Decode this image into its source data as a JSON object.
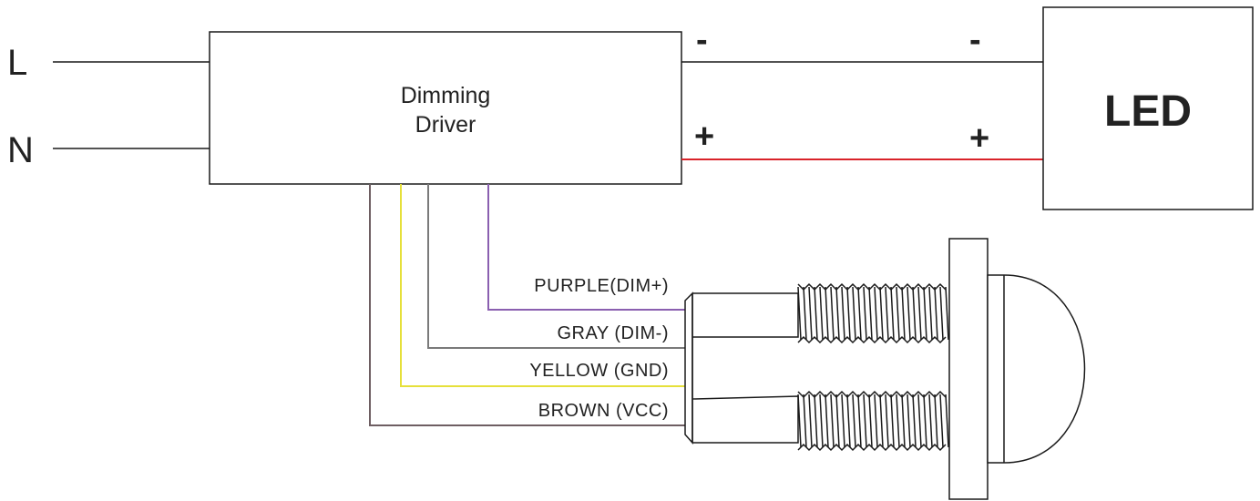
{
  "inputs": {
    "line": "L",
    "neutral": "N"
  },
  "driver": {
    "line1": "Dimming",
    "line2": "Driver"
  },
  "led": {
    "label": "LED"
  },
  "polarity": {
    "driver_minus": "-",
    "led_minus": "-",
    "driver_plus": "+",
    "led_plus": "+"
  },
  "wires": [
    {
      "label": "PURPLE(DIM+)",
      "color": "#8a5fb0"
    },
    {
      "label": "GRAY (DIM-)",
      "color": "#7a7a7a"
    },
    {
      "label": "YELLOW (GND)",
      "color": "#e6e03a"
    },
    {
      "label": "BROWN (VCC)",
      "color": "#6e5e62"
    }
  ],
  "colors": {
    "positive_wire": "#d9232a",
    "negative_wire": "#1a1a1a"
  }
}
